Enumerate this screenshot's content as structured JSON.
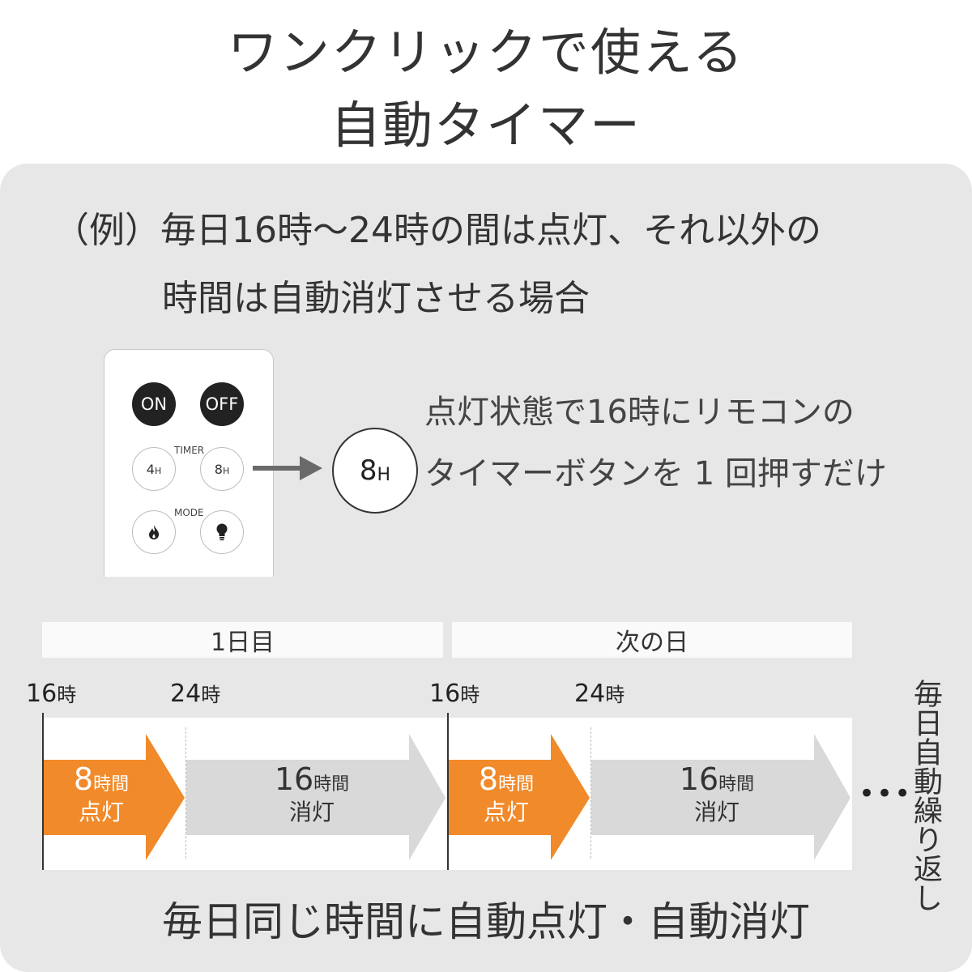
{
  "title": {
    "line1": "ワンクリックで使える",
    "line2": "自動タイマー"
  },
  "example": {
    "line1": "（例）毎日16時〜24時の間は点灯、それ以外の",
    "line2": "時間は自動消灯させる場合"
  },
  "remote": {
    "on_label": "ON",
    "off_label": "OFF",
    "timer_label": "TIMER",
    "timer_4": "4",
    "timer_8": "8",
    "hour_unit": "H",
    "mode_label": "MODE",
    "flame_icon": "flame-icon",
    "bulb_icon": "bulb-icon"
  },
  "highlight_button": {
    "value": "8",
    "unit": "H"
  },
  "instruction": {
    "line1": "点灯状態で16時にリモコンの",
    "line2": "タイマーボタンを 1 回押すだけ"
  },
  "timeline": {
    "days": [
      "1日目",
      "次の日"
    ],
    "hours": [
      {
        "num": "16",
        "unit": "時"
      },
      {
        "num": "24",
        "unit": "時"
      },
      {
        "num": "16",
        "unit": "時"
      },
      {
        "num": "24",
        "unit": "時"
      }
    ],
    "on_segment": {
      "num": "8",
      "unit": "時間",
      "label": "点灯",
      "hours": 8
    },
    "off_segment": {
      "num": "16",
      "unit": "時間",
      "label": "消灯",
      "hours": 16
    },
    "ellipsis": "•••",
    "repeat_label": "毎日自動繰り返し"
  },
  "colors": {
    "on": "#f08a2a",
    "off": "#d9d9d9",
    "panel": "#e7e7e7"
  },
  "bottom_text": "毎日同じ時間に自動点灯・自動消灯"
}
